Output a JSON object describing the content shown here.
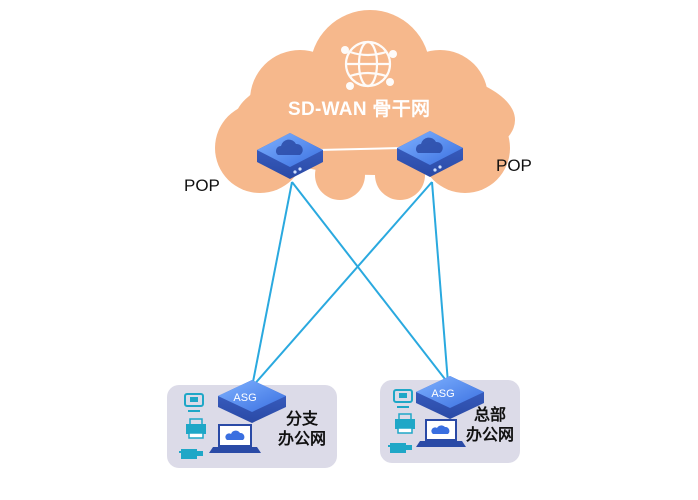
{
  "backbone": {
    "title": "SD-WAN 骨干网"
  },
  "pops": [
    {
      "label": "POP"
    },
    {
      "label": "POP"
    }
  ],
  "branch": {
    "device": "ASG",
    "line1": "分支",
    "line2": "办公网"
  },
  "hq": {
    "device": "ASG",
    "line1": "总部",
    "line2": "办公网"
  },
  "colors": {
    "cloud": "#f6b88c",
    "link": "#2aa9df",
    "office_bg": "#dcdbe8",
    "device": "#3a6fe0",
    "icon": "#1fa7c7"
  },
  "icons": [
    "globe-icon",
    "cloud-server-icon",
    "asg-router-icon",
    "phone-icon",
    "printer-icon",
    "laptop-icon",
    "folder-icon"
  ]
}
